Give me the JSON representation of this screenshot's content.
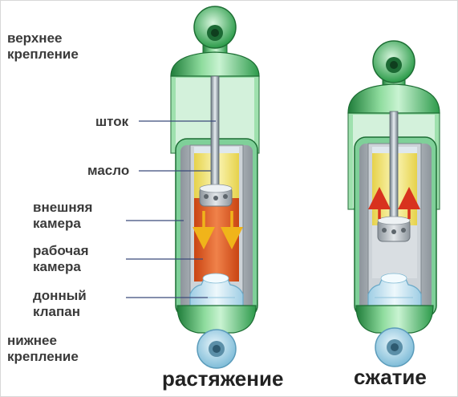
{
  "labels": {
    "top_mount": [
      "верхнее",
      "крепление"
    ],
    "rod": "шток",
    "oil": "масло",
    "outer_chamber": [
      "внешняя",
      "камера"
    ],
    "working_chamber": [
      "рабочая",
      "камера"
    ],
    "bottom_valve": [
      "донный",
      "клапан"
    ],
    "bottom_mount": [
      "нижнее",
      "крепление"
    ]
  },
  "captions": {
    "extension": "растяжение",
    "compression": "сжатие"
  },
  "colors": {
    "body_green": "#2fa54f",
    "rod_grey": "#8c9aa4",
    "oil_yellow": "#f2ea7a",
    "working_orange": "#e2581e",
    "outer_grey": "#b7bdc3",
    "valve_blue": "#cfe6f2",
    "flow_arrow": "#f0b41a",
    "compression_arrow": "#d8321e"
  }
}
